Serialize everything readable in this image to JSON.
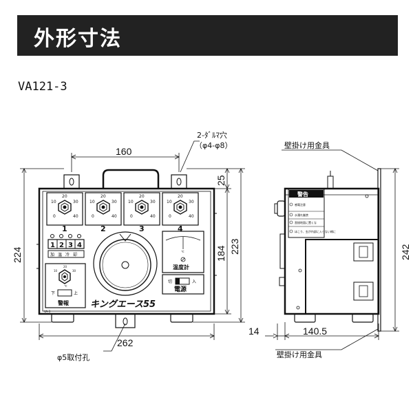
{
  "header": {
    "title": "外形寸法"
  },
  "model": "VA121-3",
  "front": {
    "dim_top": "160",
    "dim_bottom": "262",
    "dim_left": "224",
    "dim_small_top": "25",
    "dim_inner": "184",
    "dim_right": "223",
    "label_hole_top": "2-ﾀﾞﾙﾏ穴",
    "label_hole_top_2": "（φ4-φ8）",
    "label_hole_bottom": "φ5取付孔",
    "dial_numbers": [
      "1",
      "2",
      "3",
      "4"
    ],
    "scale_values": [
      "10",
      "20",
      "30",
      "40",
      "0"
    ],
    "switch_digits": [
      "1",
      "2",
      "3",
      "4"
    ],
    "row_label": "加温冷却",
    "alarm_label": "警報",
    "alarm_low": "下",
    "alarm_high": "上",
    "thermometer_label": "温度計",
    "power_label": "電源",
    "power_off": "切",
    "power_on": "入",
    "brand": "キングエース55",
    "model_small": "VA-3",
    "unit_c": "℃"
  },
  "side": {
    "label_top": "壁掛け用金具",
    "label_bottom": "壁掛け用金具",
    "dim_width": "140.5",
    "dim_offset": "14",
    "dim_height": "242",
    "warning_title": "警告",
    "warn1": "感電注意",
    "warn2": "水濡れ厳禁",
    "warn3": "直接地面に置くな",
    "warn4": "ほこり、虫が内部に入らない様に"
  }
}
